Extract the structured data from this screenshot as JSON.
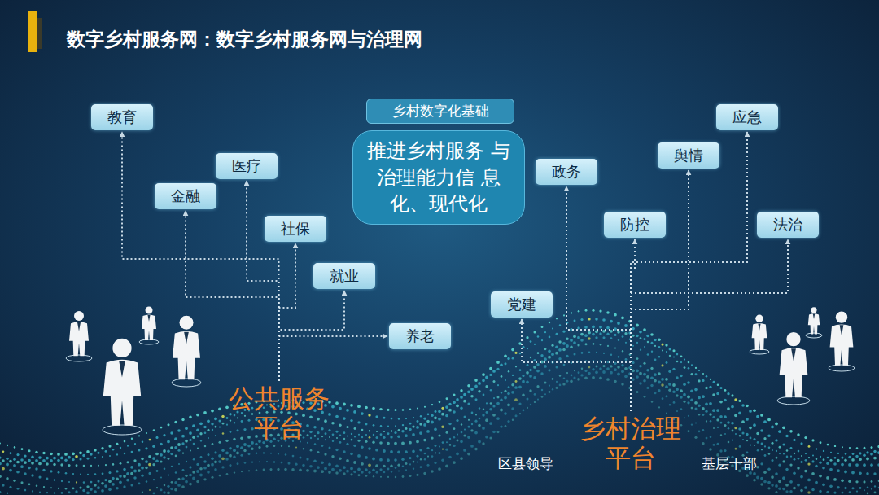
{
  "diagram": {
    "title": "数字乡村服务网：数字乡村服务网与治理网",
    "nodes": [
      {
        "text": [
          "教育"
        ]
      },
      {
        "text": [
          "乡村数字化基础"
        ]
      },
      {
        "text": [
          "应急"
        ]
      },
      {
        "text": [
          "医疗"
        ]
      },
      {
        "text": [
          "舆情"
        ]
      },
      {
        "text": [
          "政务"
        ]
      },
      {
        "text": [
          "金融"
        ]
      },
      {
        "text": [
          "推进乡村服务 与治理能力信 息化、现代化"
        ]
      },
      {
        "text": [
          "社保"
        ]
      },
      {
        "text": [
          "防控"
        ]
      },
      {
        "text": [
          "法治"
        ]
      },
      {
        "text": [
          "就业"
        ]
      },
      {
        "text": [
          "党建"
        ]
      },
      {
        "text": [
          "养老"
        ]
      },
      {
        "text": [
          "公共服务 平台"
        ]
      },
      {
        "text": [
          "乡村治理 平台"
        ]
      }
    ],
    "edges": [
      {
        "from": 14,
        "to": 0,
        "arrow": "to"
      },
      {
        "from": 14,
        "to": 6,
        "arrow": "to"
      },
      {
        "from": 14,
        "to": 3,
        "arrow": "to"
      },
      {
        "from": 14,
        "to": 8,
        "arrow": "to"
      },
      {
        "from": 14,
        "to": 11,
        "arrow": "to"
      },
      {
        "from": 14,
        "to": 13,
        "arrow": "to"
      },
      {
        "from": 15,
        "to": 12,
        "arrow": "to"
      },
      {
        "from": 15,
        "to": 5,
        "arrow": "to"
      },
      {
        "from": 15,
        "to": 9,
        "arrow": "to"
      },
      {
        "from": 15,
        "to": 4,
        "arrow": "to"
      },
      {
        "from": 15,
        "to": 2,
        "arrow": "to"
      },
      {
        "from": 15,
        "to": 10,
        "arrow": "to"
      }
    ],
    "labels": [
      "区县领导",
      "基层干部"
    ]
  }
}
